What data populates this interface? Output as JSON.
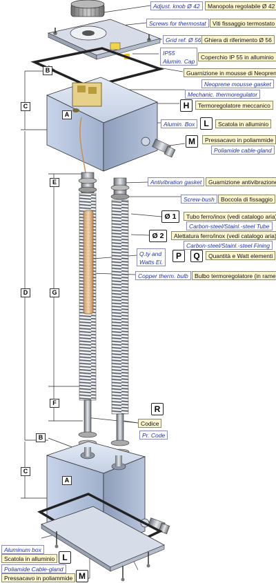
{
  "labels": {
    "adjust_knob_en": "Adjust. knob Ø 42",
    "adjust_knob_it": "Manopola regolabile Ø 42",
    "screws_en": "Screws for thermostat",
    "screws_it": "Viti fissaggio termostato",
    "grid_en": "Grid ref. Ø 56",
    "grid_it": "Ghiera di riferimento Ø 56",
    "cap_en_1": "IP55",
    "cap_en_2": "Alumin. Cap",
    "cap_it": "Coperchio IP 55 in alluminio",
    "gasket_it": "Guarnizione in mousse di Neoprene",
    "gasket_en": "Neoprene mousse gasket",
    "thermo_en": "Mechanic. thermoregulator",
    "thermo_it": "Termoregolatore meccanico",
    "box_en": "Alumin. Box",
    "box_it": "Scatola in alluminio",
    "cable_it": "Pressacavo in poliammide",
    "cable_en": "Poliamide cable-gland",
    "antivib_en": "Antivibration gasket",
    "antivib_it": "Guarnizione antivibrazione",
    "screwbush_en": "Screw-bush",
    "screwbush_it": "Boccola di fissaggio",
    "tube_it": "Tubo ferro/inox (vedi catalogo aria)",
    "tube_en": "Carbon-steel/Stainl.-steel Tube",
    "fin_it": "Alettatura ferro/inox (vedi catalogo aria)",
    "fin_en": "Carbon-steel/Stainl.-steel Fining",
    "qty_en_1": "Q.ty and",
    "qty_en_2": "Watts El.",
    "qty_it": "Quantità e Watt  elementi",
    "bulb_en": "Copper therm. bulb",
    "bulb_it": "Bulbo termoregolatore (in rame)",
    "code_it": "Codice",
    "code_en": "Pr. Code",
    "box2_en": "Aluminum box",
    "box2_it": "Scatola in alluminio",
    "cable2_en": "Poliamide Cable-gland",
    "cable2_it": "Pressacavo in poliammide"
  },
  "letters": {
    "H": "H",
    "L": "L",
    "M": "M",
    "P": "P",
    "Q": "Q",
    "R": "R",
    "O1": "Ø 1",
    "O2": "Ø 2",
    "L2": "L",
    "M2": "M"
  },
  "dims": {
    "B": "B",
    "C": "C",
    "A": "A",
    "D": "D",
    "E": "E",
    "G": "G",
    "F": "F",
    "B2": "B",
    "C2": "C",
    "A2": "A"
  }
}
